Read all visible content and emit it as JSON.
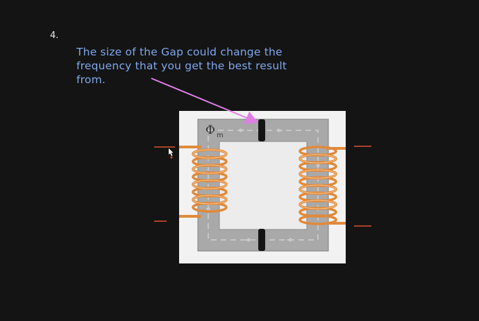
{
  "question_number": "4.",
  "annotation": {
    "lines": [
      "The size of the Gap could change the",
      "frequency that you get the best result",
      "from."
    ],
    "color": "#7ea8ee"
  },
  "arrow_color": "#e07ee6",
  "diagram": {
    "flux_label": "Φ",
    "flux_subscript": "m",
    "core_color": "#a9a9a9",
    "coil_color": "#e08a3c",
    "lead_color": "#d9532e",
    "gap_color": "#151515",
    "background_color": "#f2f2f2"
  }
}
